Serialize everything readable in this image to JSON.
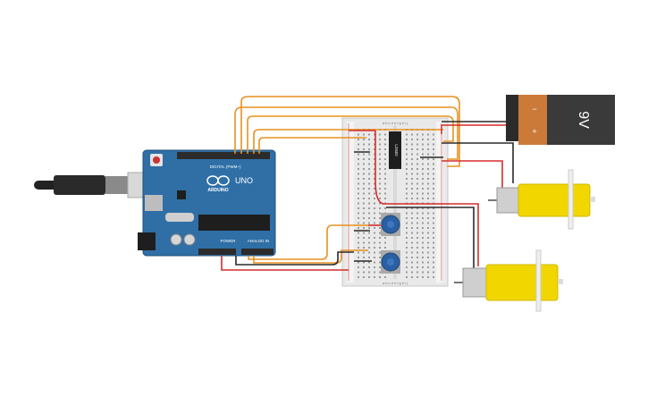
{
  "arduino": {
    "brand": "ARDUINO",
    "model": "UNO",
    "header_digital": "DIGITAL (PWM~)",
    "header_power": "POWER",
    "header_analog": "ANALOG IN",
    "colors": {
      "board": "#2f6fa6",
      "header": "#2b2b2b"
    }
  },
  "battery": {
    "label": "9V",
    "minus": "−",
    "plus": "+",
    "colors": {
      "top": "#cc7a3a",
      "body": "#3a3a3a"
    }
  },
  "breadboard": {
    "column_letters_top": "a b c d e   f g h i j",
    "column_letters_bottom": "a b c d e   f g h i j"
  },
  "chip": {
    "label": "L293D"
  },
  "wires": {
    "colors": {
      "signal": "#e8911f",
      "power": "#d62d2d",
      "ground": "#2a2a2a"
    }
  },
  "components": {
    "motor_color": "#f2d600",
    "pot_color": "#2b5fa3"
  }
}
